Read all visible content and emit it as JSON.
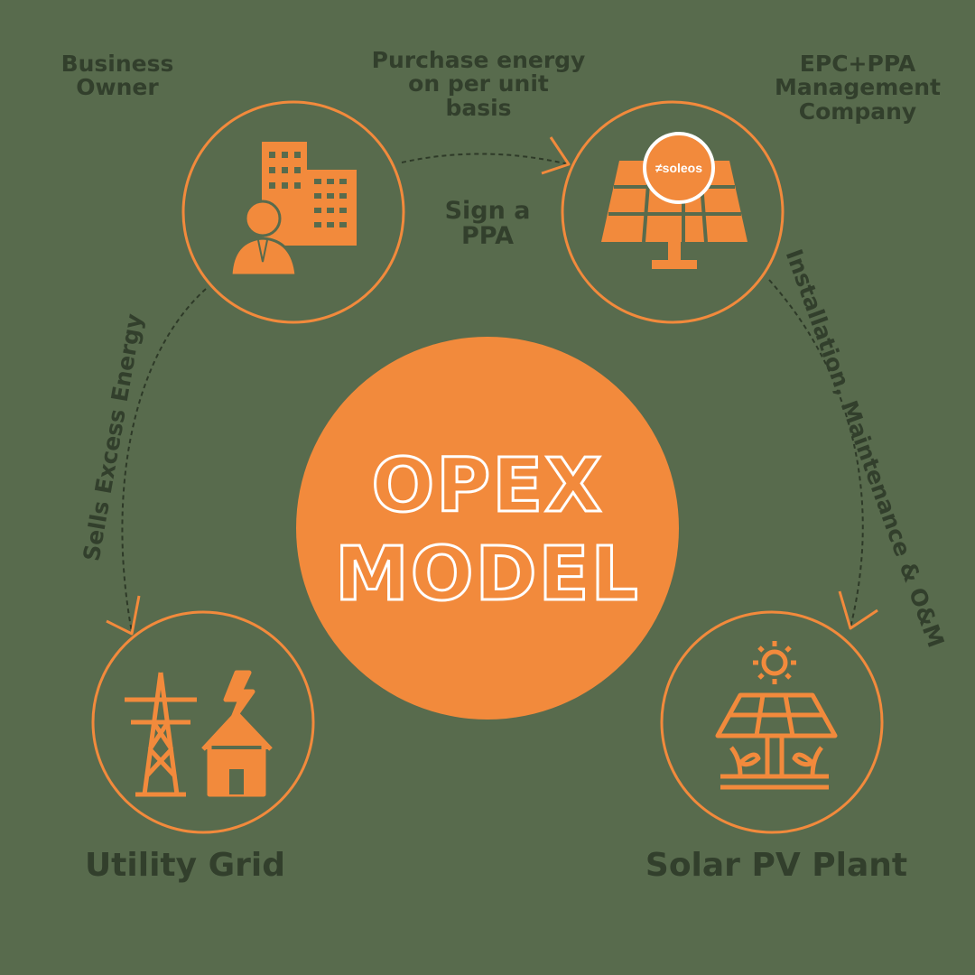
{
  "colors": {
    "background": "#586b4d",
    "accent": "#f28a3c",
    "text": "#323f2c",
    "center_text_outline": "#ffffff"
  },
  "center": {
    "line1": "OPEX",
    "line2": "MODEL"
  },
  "nodes": {
    "business_owner": {
      "label": "Business\nOwner",
      "icon": "business-owner-icon"
    },
    "ppa_company": {
      "label": "EPC+PPA\nManagement\nCompany",
      "icon": "solar-panel-icon",
      "brand": "soleos"
    },
    "utility_grid": {
      "label": "Utility Grid",
      "icon": "transmission-tower-house-icon"
    },
    "solar_plant": {
      "label": "Solar PV Plant",
      "icon": "solar-plant-icon"
    }
  },
  "edges": {
    "purchase": "Purchase energy\non per unit\nbasis",
    "sign_ppa": "Sign a\nPPA",
    "sells_excess": "Sells Excess Energy",
    "right_arc": "Installation, Maintenance & O&M"
  }
}
